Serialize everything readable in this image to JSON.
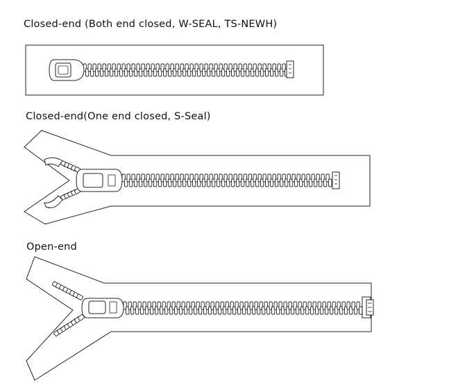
{
  "captions": {
    "closed_end_both": "Closed-end (Both end closed, W-SEAL, TS-NEWH)",
    "closed_end_one": "Closed-end(One end closed, S-Seal)",
    "open_end": "Open-end"
  },
  "colors": {
    "stroke": "#222222",
    "tape": "#ffffff"
  }
}
